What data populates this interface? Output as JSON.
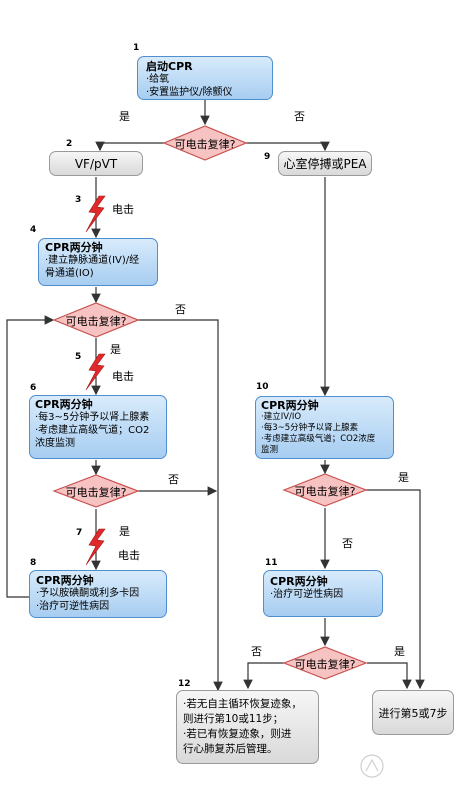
{
  "nodes": {
    "n1": {
      "num": "1",
      "title": "启动CPR",
      "lines": "·给氧\n·安置监护仪/除颤仪"
    },
    "d_top": {
      "text": "可电击复律?"
    },
    "n2": {
      "num": "2",
      "text": "VF/pVT"
    },
    "n9": {
      "num": "9",
      "text": "心室停搏或PEA"
    },
    "n3": {
      "num": "3",
      "label": "电击"
    },
    "n4": {
      "num": "4",
      "title": "CPR两分钟",
      "lines": "·建立静脉通道(IV)/经\n 骨通道(IO)"
    },
    "d_left1": {
      "text": "可电击复律?"
    },
    "n5": {
      "num": "5",
      "label": "电击"
    },
    "n6": {
      "num": "6",
      "title": "CPR两分钟",
      "lines": "·每3~5分钟予以肾上腺素\n·考虑建立高级气道；CO2\n 浓度监测"
    },
    "d_left2": {
      "text": "可电击复律?"
    },
    "n7": {
      "num": "7",
      "label": "电击"
    },
    "n8": {
      "num": "8",
      "title": "CPR两分钟",
      "lines": "·予以胺碘酮或利多卡因\n·治疗可逆性病因"
    },
    "n10": {
      "num": "10",
      "title": "CPR两分钟",
      "lines": "·建立IV/IO\n·每3~5分钟予以肾上腺素\n·考虑建立高级气道；CO2浓度\n 监测"
    },
    "d_right1": {
      "text": "可电击复律?"
    },
    "n11": {
      "num": "11",
      "title": "CPR两分钟",
      "lines": "·治疗可逆性病因"
    },
    "d_right2": {
      "text": "可电击复律?"
    },
    "n12": {
      "num": "12",
      "lines": "·若无自主循环恢复迹象，\n 则进行第10或11步；\n·若已有恢复迹象，则进\n 行心肺复苏后管理。"
    },
    "goto": {
      "text": "进行第5或7步"
    }
  },
  "edge_labels": {
    "yes": "是",
    "no": "否"
  },
  "colors": {
    "box_blue": "#a7cdf1",
    "diamond_fill": "#f7c2c2",
    "bolt": "#e0292b"
  }
}
